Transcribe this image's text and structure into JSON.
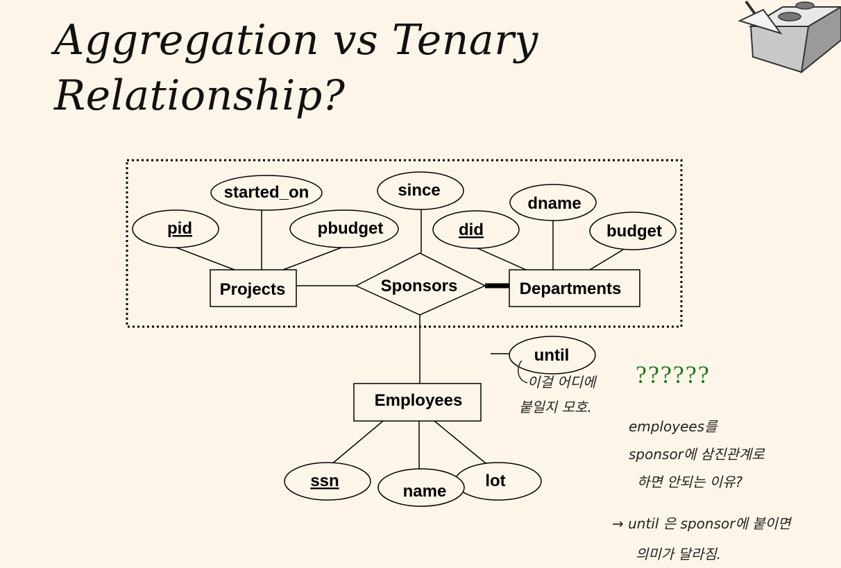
{
  "title": {
    "line1": "Aggregation vs Tenary",
    "line2": "Relationship?"
  },
  "entities": {
    "projects": "Projects",
    "departments": "Departments",
    "employees": "Employees"
  },
  "relationship": {
    "sponsors": "Sponsors"
  },
  "attributes": {
    "pid": "pid",
    "started_on": "started_on",
    "pbudget": "pbudget",
    "since": "since",
    "did": "did",
    "dname": "dname",
    "budget": "budget",
    "until": "until",
    "ssn": "ssn",
    "name": "name",
    "lot": "lot"
  },
  "annotations": {
    "question_marks": "??????",
    "note_until_1": "이걸 어디에",
    "note_until_2": "붙일지 모호.",
    "note_right_1": "employees를",
    "note_right_2": "sponsor에  삼진관계로",
    "note_right_3": "하면  안되는  이유?",
    "note_right_4": "→ until 은 sponsor에 붙이면",
    "note_right_5": "의미가 달라짐."
  }
}
